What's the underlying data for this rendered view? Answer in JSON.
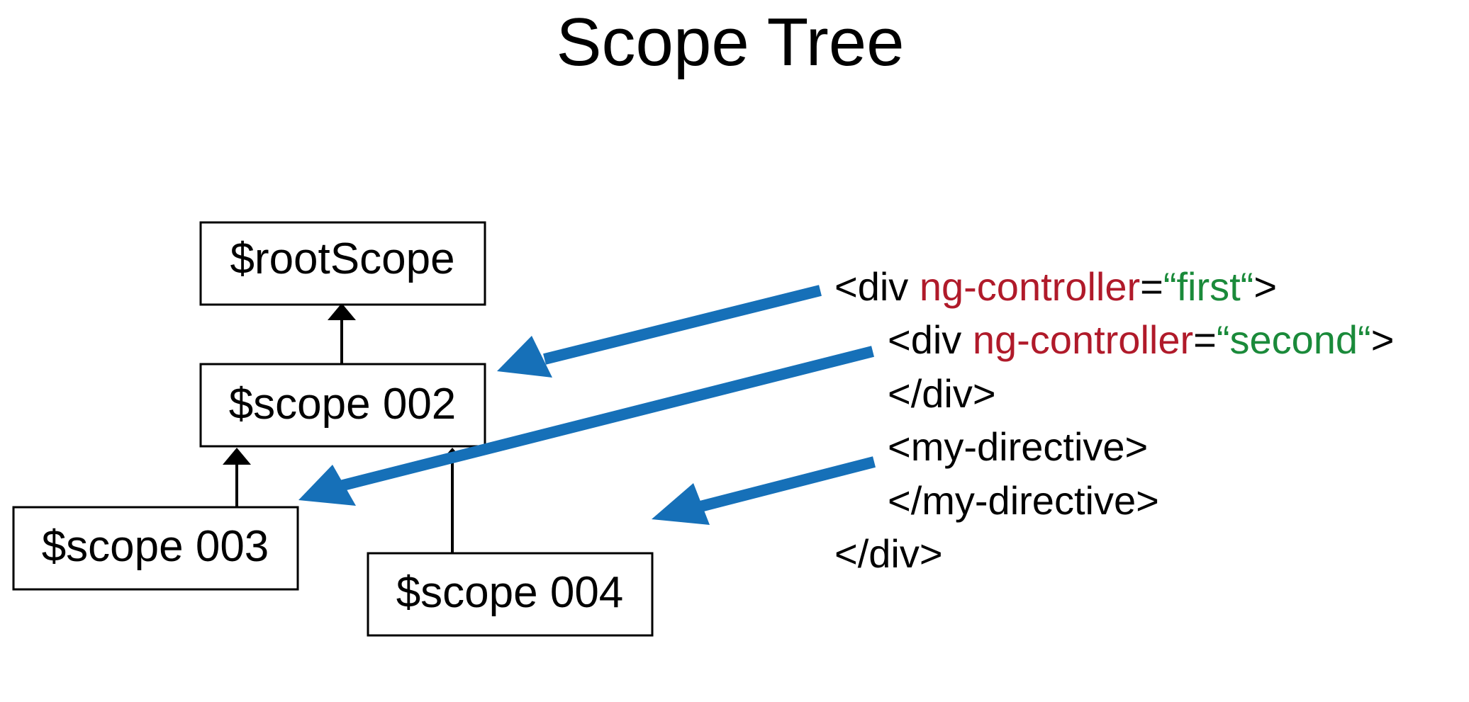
{
  "title": "Scope Tree",
  "colors": {
    "text": "#000000",
    "attribute": "#b01a2a",
    "value": "#1a8a3a",
    "pointer": "#1670b8"
  },
  "nodes": {
    "root": "$rootScope",
    "scope002": "$scope 002",
    "scope003": "$scope 003",
    "scope004": "$scope 004"
  },
  "code": {
    "line1": {
      "open": "<div ",
      "attr": "ng-controller",
      "eq": "=",
      "value": "“first“",
      "close": ">"
    },
    "line2": {
      "open": "<div ",
      "attr": "ng-controller",
      "eq": "=",
      "value": "“second“",
      "close": ">"
    },
    "line3": "</div>",
    "line4": "<my-directive>",
    "line5": "</my-directive>",
    "line6": "</div>"
  }
}
